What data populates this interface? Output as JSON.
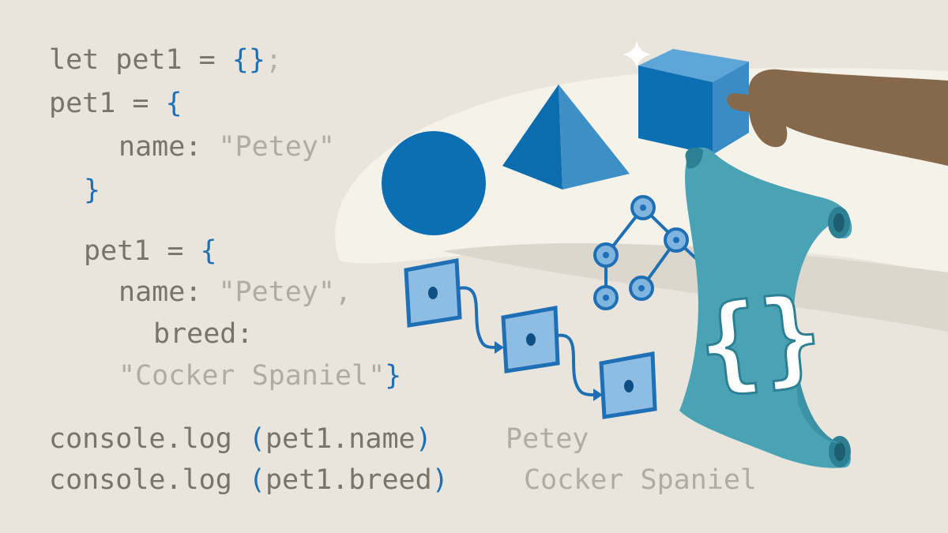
{
  "code": {
    "block1": {
      "line1": {
        "kw": "let pet1 = ",
        "braces": "{}",
        "semi": ";"
      },
      "line2": {
        "text": "pet1 = ",
        "brace": "{"
      },
      "line3": {
        "key": "name: ",
        "value": "\"Petey\""
      },
      "line4": {
        "brace": "}"
      }
    },
    "block2": {
      "line1": {
        "text": "pet1 = ",
        "brace": "{"
      },
      "line2": {
        "key": "name: ",
        "value": "\"Petey\","
      },
      "line3": {
        "key": "breed:"
      },
      "line4": {
        "value": "\"Cocker Spaniel\"",
        "brace": "}"
      }
    },
    "console": {
      "line1": {
        "fn": "console.log ",
        "open": "(",
        "arg": "pet1.name",
        "close": ")",
        "output": "Petey"
      },
      "line2": {
        "fn": "console.log ",
        "open": "(",
        "arg": "pet1.breed",
        "close": ")",
        "output": "Cocker Spaniel"
      }
    }
  },
  "scroll": {
    "symbol": "{}"
  },
  "colors": {
    "background": "#e9e5dc",
    "code_text": "#77746d",
    "code_string": "#b0aca4",
    "accent_blue": "#1f6fb5",
    "shape_blue": "#0d6fb3",
    "scroll_teal": "#4aa3b5",
    "hand": "#86694a"
  },
  "icons": [
    "sphere-icon",
    "pyramid-icon",
    "cube-icon",
    "sparkle-icon",
    "hand-icon",
    "tree-graph-icon",
    "linked-list-icon",
    "scroll-icon"
  ]
}
